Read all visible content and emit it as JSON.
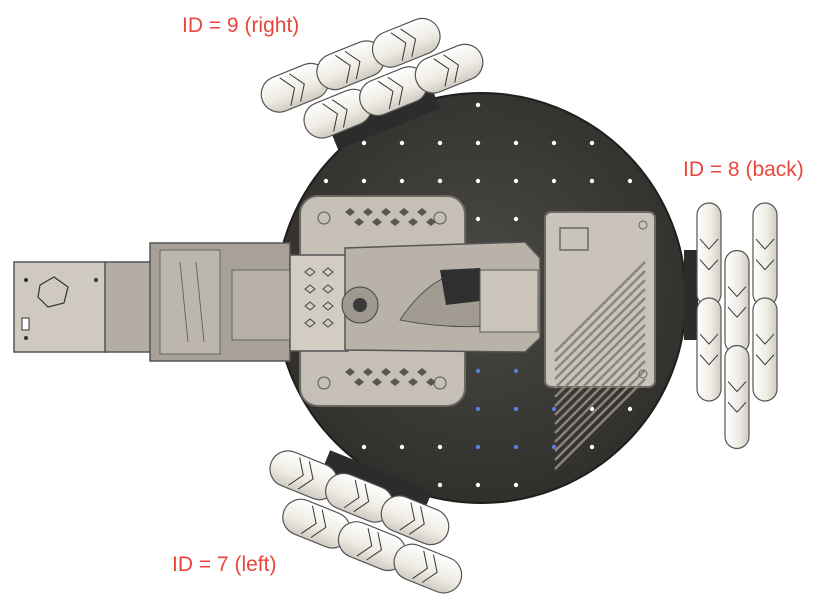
{
  "labels": {
    "right": "ID = 9 (right)",
    "back": "ID = 8 (back)",
    "left": "ID = 7 (left)"
  },
  "colors": {
    "label_text": "#e8463c",
    "base_plate": "#3e3d38",
    "arm_body": "#b4ada4",
    "arm_light": "#cfc9c0",
    "arm_dark": "#7f7a73",
    "roller": "#f2f0e9",
    "motor": "#2c2c2c",
    "hole_white": "#ffffff",
    "hole_blue": "#5b7fd6"
  },
  "icons": [
    "omni-wheel-right",
    "omni-wheel-back",
    "omni-wheel-left",
    "robot-base-plate",
    "robot-arm"
  ]
}
